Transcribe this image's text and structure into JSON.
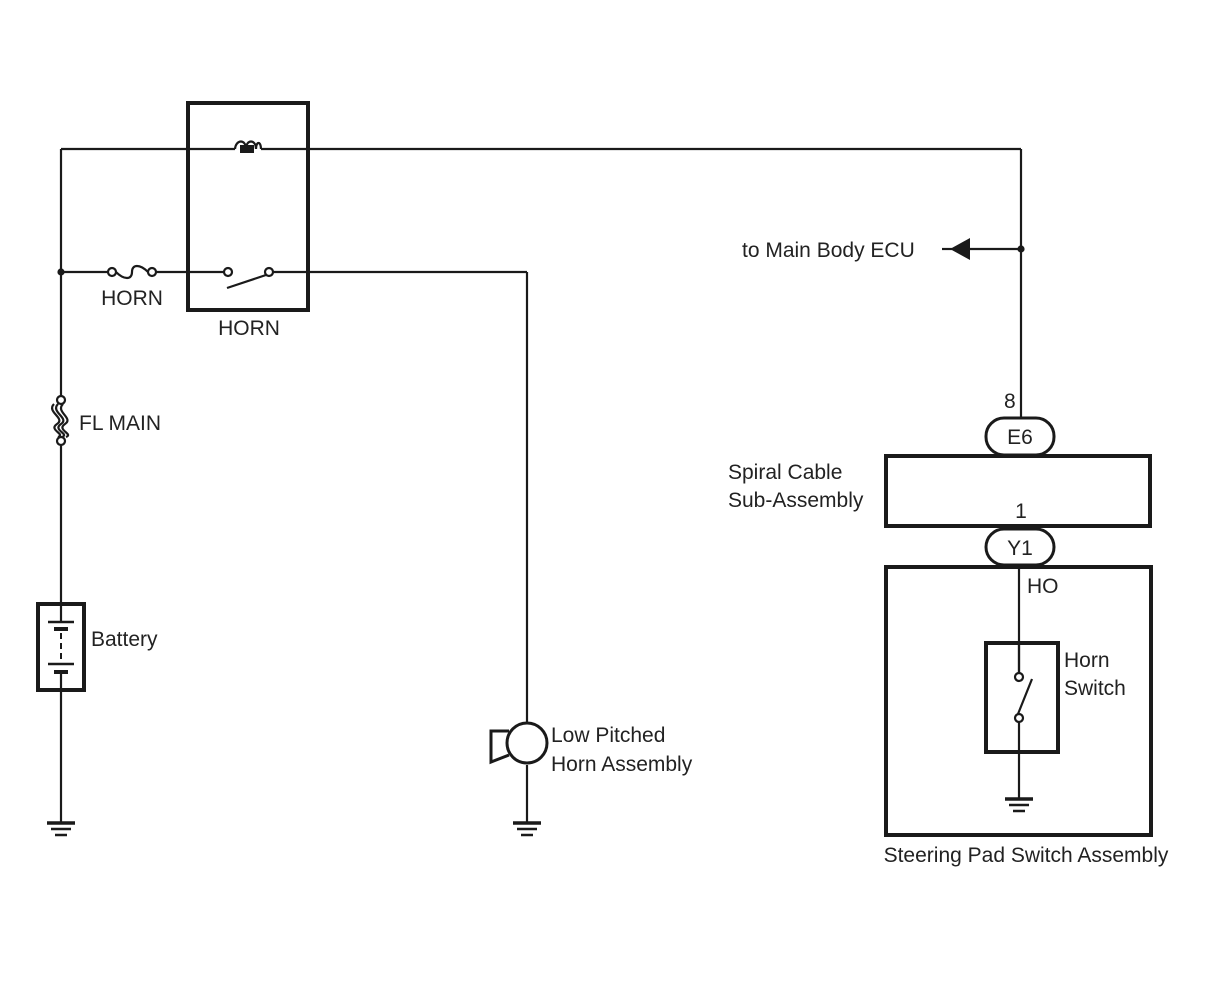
{
  "diagram": {
    "type": "wiring-diagram",
    "subject": "Horn circuit",
    "colors": {
      "line": "#1a1a1a",
      "text": "#222222",
      "background": "#ffffff"
    },
    "components": {
      "horn_fuse": {
        "label": "HORN",
        "kind": "fuse"
      },
      "horn_relay": {
        "label": "HORN",
        "kind": "relay"
      },
      "fl_main": {
        "label": "FL MAIN",
        "kind": "fusible-link"
      },
      "battery": {
        "label": "Battery",
        "kind": "battery"
      },
      "low_horn": {
        "label_line1": "Low Pitched",
        "label_line2": "Horn Assembly",
        "kind": "horn"
      },
      "ecu_ref": {
        "label": "to Main Body ECU",
        "kind": "off-page-arrow"
      },
      "spiral_cable": {
        "label_line1": "Spiral Cable",
        "label_line2": "Sub-Assembly",
        "kind": "assembly"
      },
      "connector_e6": {
        "label": "E6",
        "pin": "8"
      },
      "connector_y1": {
        "label": "Y1",
        "pin": "1"
      },
      "ho_terminal": {
        "label": "HO"
      },
      "horn_switch": {
        "label_line1": "Horn",
        "label_line2": "Switch",
        "kind": "switch"
      },
      "steering_pad": {
        "label": "Steering Pad Switch Assembly",
        "kind": "assembly"
      }
    }
  }
}
